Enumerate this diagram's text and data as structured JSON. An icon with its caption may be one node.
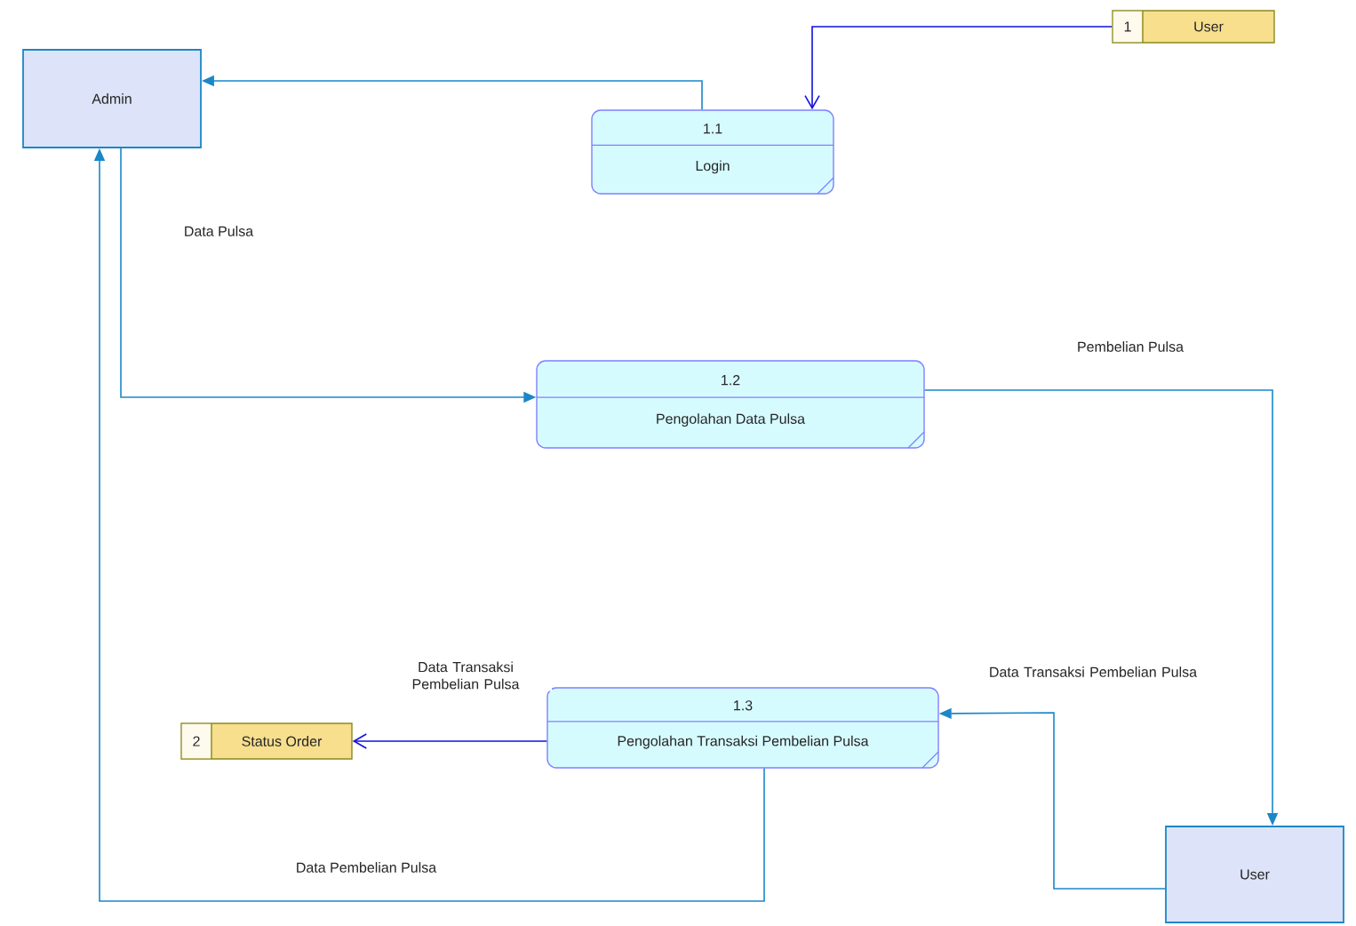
{
  "diagram": {
    "nodes": [
      {
        "text": [
          "Admin"
        ]
      },
      {
        "text": [
          "1.1",
          "Login"
        ]
      },
      {
        "text": [
          "1",
          "User"
        ]
      },
      {
        "text": [
          "1.2",
          "Pengolahan Data Pulsa"
        ]
      },
      {
        "text": [
          "1.3",
          "Pengolahan Transaksi Pembelian Pulsa"
        ]
      },
      {
        "text": [
          "2",
          "Status Order"
        ]
      },
      {
        "text": [
          "User"
        ]
      }
    ],
    "edges": [
      {
        "from": 1,
        "to": 0,
        "arrow": "to"
      },
      {
        "from": 2,
        "to": 1,
        "arrow": "to",
        "color": "#1010e0"
      },
      {
        "from": 0,
        "to": 3,
        "arrow": "to",
        "label": "Data Pulsa"
      },
      {
        "from": 3,
        "to": 6,
        "arrow": "to",
        "label": "Pembelian Pulsa"
      },
      {
        "from": 6,
        "to": 4,
        "arrow": "to",
        "label": "Data Transaksi Pembelian Pulsa"
      },
      {
        "from": 4,
        "to": 5,
        "arrow": "to",
        "label": "Data Transaksi Pembelian Pulsa",
        "color": "#1010e0"
      },
      {
        "from": 4,
        "to": 0,
        "arrow": "to",
        "label": "Data Pembelian Pulsa"
      }
    ]
  }
}
